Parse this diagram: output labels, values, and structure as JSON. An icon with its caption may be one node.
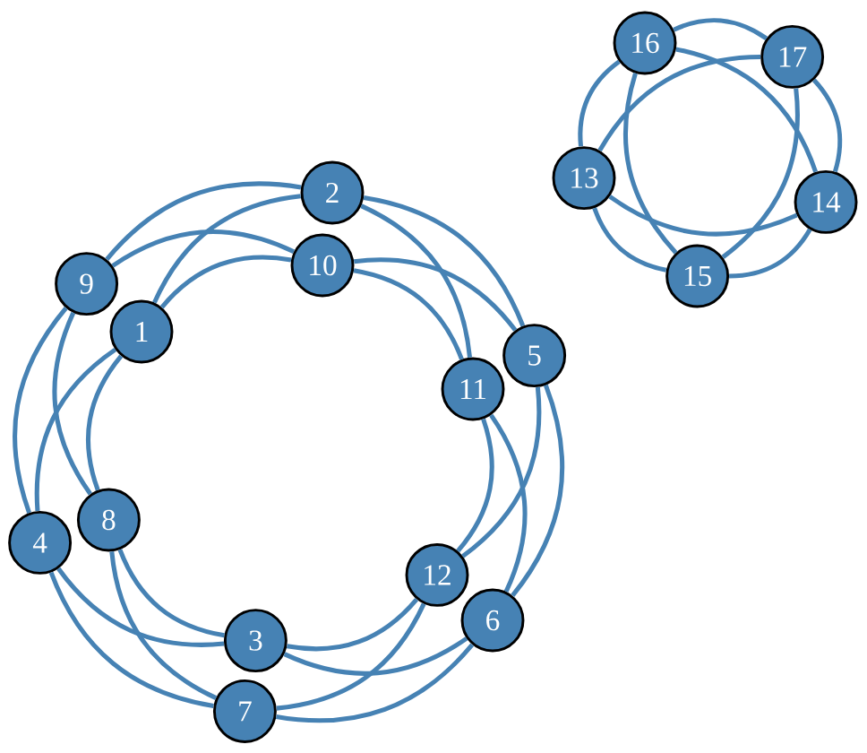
{
  "diagram": {
    "nodes": [
      {
        "text": [
          "1"
        ]
      },
      {
        "text": [
          "2"
        ]
      },
      {
        "text": [
          "3"
        ]
      },
      {
        "text": [
          "4"
        ]
      },
      {
        "text": [
          "5"
        ]
      },
      {
        "text": [
          "6"
        ]
      },
      {
        "text": [
          "7"
        ]
      },
      {
        "text": [
          "8"
        ]
      },
      {
        "text": [
          "9"
        ]
      },
      {
        "text": [
          "10"
        ]
      },
      {
        "text": [
          "11"
        ]
      },
      {
        "text": [
          "12"
        ]
      },
      {
        "text": [
          "13"
        ]
      },
      {
        "text": [
          "14"
        ]
      },
      {
        "text": [
          "15"
        ]
      },
      {
        "text": [
          "16"
        ]
      },
      {
        "text": [
          "17"
        ]
      }
    ],
    "edges": [
      {
        "from": 1,
        "to": 8,
        "arrow": "none"
      },
      {
        "from": 1,
        "to": 0,
        "arrow": "none"
      },
      {
        "from": 9,
        "to": 8,
        "arrow": "none"
      },
      {
        "from": 9,
        "to": 0,
        "arrow": "none"
      },
      {
        "from": 8,
        "to": 3,
        "arrow": "none"
      },
      {
        "from": 8,
        "to": 7,
        "arrow": "none"
      },
      {
        "from": 0,
        "to": 3,
        "arrow": "none"
      },
      {
        "from": 0,
        "to": 7,
        "arrow": "none"
      },
      {
        "from": 3,
        "to": 2,
        "arrow": "none"
      },
      {
        "from": 3,
        "to": 6,
        "arrow": "none"
      },
      {
        "from": 7,
        "to": 2,
        "arrow": "none"
      },
      {
        "from": 7,
        "to": 6,
        "arrow": "none"
      },
      {
        "from": 2,
        "to": 11,
        "arrow": "none"
      },
      {
        "from": 2,
        "to": 5,
        "arrow": "none"
      },
      {
        "from": 6,
        "to": 11,
        "arrow": "none"
      },
      {
        "from": 6,
        "to": 5,
        "arrow": "none"
      },
      {
        "from": 11,
        "to": 10,
        "arrow": "none"
      },
      {
        "from": 11,
        "to": 4,
        "arrow": "none"
      },
      {
        "from": 5,
        "to": 10,
        "arrow": "none"
      },
      {
        "from": 5,
        "to": 4,
        "arrow": "none"
      },
      {
        "from": 10,
        "to": 1,
        "arrow": "none"
      },
      {
        "from": 10,
        "to": 9,
        "arrow": "none"
      },
      {
        "from": 4,
        "to": 1,
        "arrow": "none"
      },
      {
        "from": 4,
        "to": 9,
        "arrow": "none"
      },
      {
        "from": 15,
        "to": 16,
        "arrow": "none"
      },
      {
        "from": 15,
        "to": 12,
        "arrow": "none"
      },
      {
        "from": 15,
        "to": 14,
        "arrow": "none"
      },
      {
        "from": 15,
        "to": 13,
        "arrow": "none"
      },
      {
        "from": 16,
        "to": 12,
        "arrow": "none"
      },
      {
        "from": 16,
        "to": 13,
        "arrow": "none"
      },
      {
        "from": 16,
        "to": 14,
        "arrow": "none"
      },
      {
        "from": 12,
        "to": 14,
        "arrow": "none"
      },
      {
        "from": 12,
        "to": 13,
        "arrow": "none"
      },
      {
        "from": 14,
        "to": 13,
        "arrow": "none"
      }
    ]
  }
}
